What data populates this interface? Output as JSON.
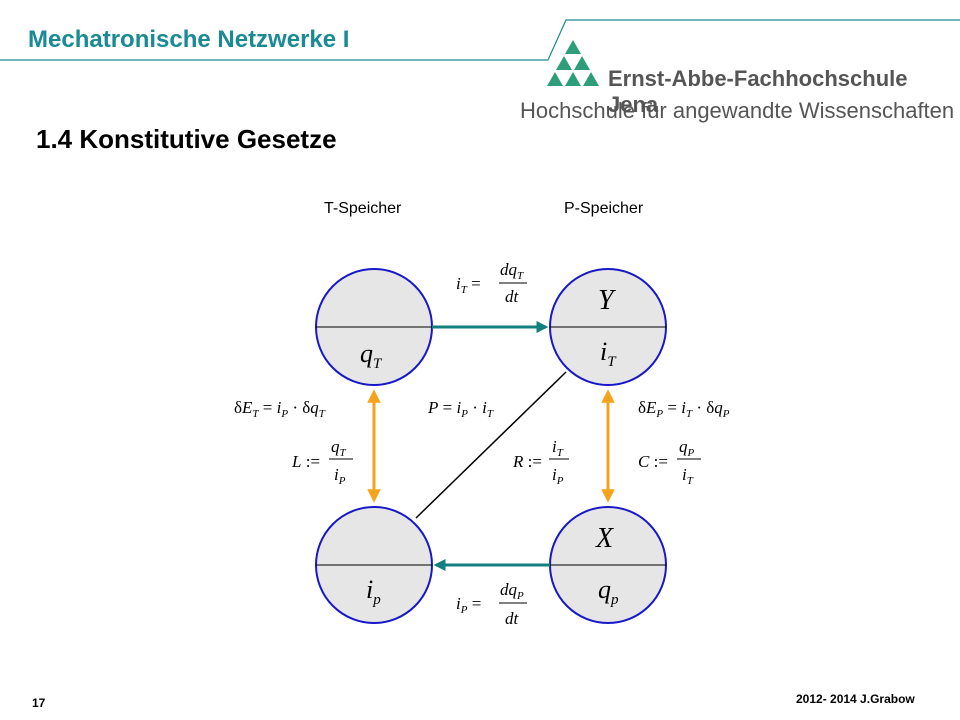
{
  "header": {
    "title": "Mechatronische Netzwerke I",
    "org_name": "Ernst-Abbe-Fachhochschule Jena",
    "org_subtitle": "Hochschule für angewandte Wissenschaften"
  },
  "slide": {
    "title": "1.4 Konstitutive Gesetze",
    "col_left": "T-Speicher",
    "col_right": "P-Speicher"
  },
  "nodes": {
    "top_left": {
      "top": "",
      "bottom": "q_T"
    },
    "top_right": {
      "top": "Y",
      "bottom": "i_T"
    },
    "bottom_left": {
      "top": "",
      "bottom": "i_p"
    },
    "bottom_right": {
      "top": "X",
      "bottom": "q_p"
    }
  },
  "equations": {
    "top_arrow": "i_T = dq_T/dt",
    "bottom_arrow": "i_P = dq_P/dt",
    "energy_T": "δE_T = i_P · δq_T",
    "power": "P = i_P · i_T",
    "energy_P": "δE_P = i_T · δq_P",
    "inductance": "L := q_T / i_P",
    "resistance": "R := i_T / i_P",
    "capacitance": "C := q_P / i_T"
  },
  "footer": {
    "page": "17",
    "copyright": "2012- 2014 J.Grabow"
  },
  "colors": {
    "header_teal": "#1a8a93",
    "circle_border": "#1818c8",
    "circle_fill": "#e6e6e6",
    "arrow_teal": "#137f7f",
    "arrow_orange": "#f5a31a",
    "logo_green": "#2e9d7a"
  }
}
